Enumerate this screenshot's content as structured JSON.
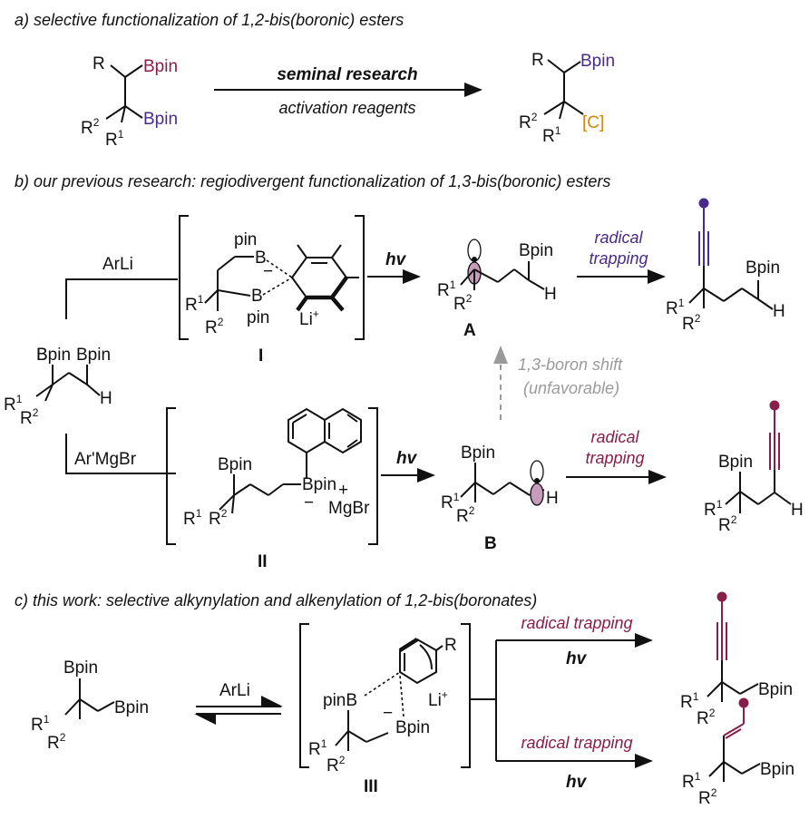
{
  "colors": {
    "purple": "#4a2a8c",
    "maroon": "#8a1e4a",
    "orange": "#d4860b",
    "gray": "#9a9a9a",
    "black": "#111111"
  },
  "panel_a": {
    "heading": "a) selective functionalization of 1,2-bis(boronic) esters",
    "arrow_top": "seminal research",
    "arrow_bottom": "activation reagents",
    "r": "R",
    "bpin": "Bpin",
    "r1": "R",
    "r2": "R",
    "sup1": "1",
    "sup2": "2",
    "c": "[C]"
  },
  "panel_b": {
    "heading": "b) our previous research: regiodivergent functionalization of 1,3-bis(boronic) esters",
    "arli": "ArLi",
    "armgbr": "Ar'MgBr",
    "hv": "hv",
    "pin": "pin",
    "b": "B",
    "li": "Li",
    "plus": "+",
    "minus": "−",
    "h": "H",
    "mgbr": "MgBr",
    "label_I": "I",
    "label_II": "II",
    "label_A": "A",
    "label_B": "B",
    "radical": "radical",
    "trapping": "trapping",
    "shift1": "1,3-boron shift",
    "shift2": "(unfavorable)"
  },
  "panel_c": {
    "heading": "c) this work: selective alkynylation and alkenylation of 1,2-bis(boronates)",
    "arli": "ArLi",
    "pinb": "pinB",
    "label_III": "III",
    "radical_trapping": "radical trapping",
    "hv": "hv"
  }
}
